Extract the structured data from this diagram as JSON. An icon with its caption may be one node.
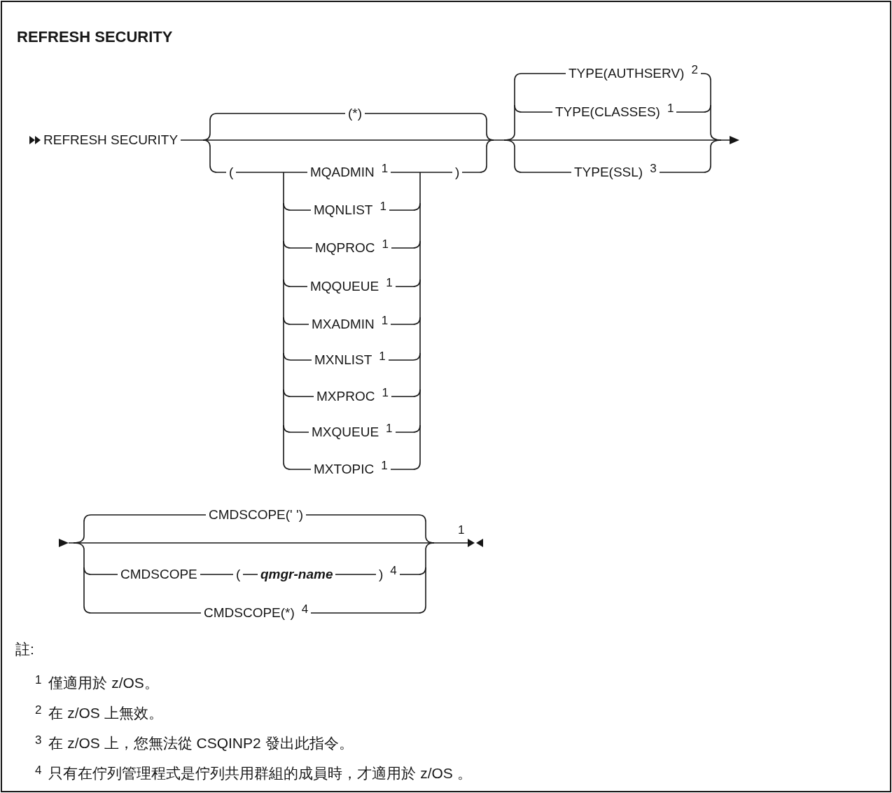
{
  "diagram": {
    "title": "REFRESH SECURITY",
    "labels": [
      "(*)",
      "TYPE(AUTHSERV)$^{2}$",
      "REFRESH SECURITY",
      "TYPE(CLASSES)$^{1}$",
      "(",
      "MQADMIN$^{1}$",
      ")",
      "TYPE(SSL)$^{3}$",
      "MQNLIST$^{1}$",
      "MQPROC$^{1}$",
      "MQQUEUE$^{1}$",
      "MXADMIN$^{1}$",
      "MXNLIST$^{1}$",
      "MXPROC$^{1}$",
      "MXQUEUE$^{1}$",
      "MXTOPIC$^{1}$",
      "CMDSCOPE(' ')",
      "$^{1}$",
      "CMDSCOPE",
      "(",
      "qmgr-name",
      ")$^{4}$",
      "CMDSCOPE(*)$^{4}$",
      "註:",
      "$^{1}$ 僅適用於 z/OS。",
      "$^{2}$ 在 z/OS 上無效。",
      "$^{3}$ 在 z/OS 上，您無法從 CSQINP2 發出此指令。",
      "$^{4}$ 只有在佇列管理程式是佇列共用群組的成員時，才適用於 z/OS 。"
    ]
  }
}
